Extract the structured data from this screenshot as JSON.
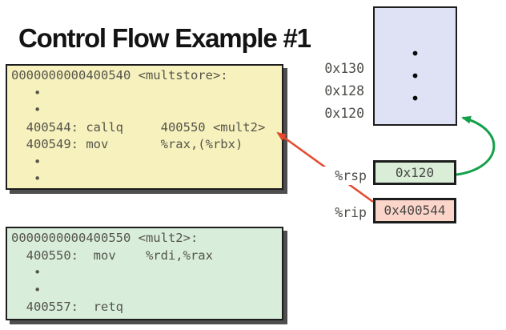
{
  "title": "Control Flow Example #1",
  "code_boxes": {
    "multstore": {
      "lines": [
        "0000000000400540 <multstore>:",
        "   •",
        "   •",
        "  400544: callq     400550 <mult2>",
        "  400549: mov       %rax,(%rbx)",
        "   •",
        "   •"
      ]
    },
    "mult2": {
      "lines": [
        "0000000000400550 <mult2>:",
        "  400550:  mov    %rdi,%rax",
        "   •",
        "   •",
        "  400557:  retq"
      ]
    }
  },
  "stack": {
    "dots": [
      "•",
      "•",
      "•"
    ],
    "address_labels": [
      "0x130",
      "0x128",
      "0x120"
    ]
  },
  "registers": [
    {
      "name": "%rsp",
      "value": "0x120"
    },
    {
      "name": "%rip",
      "value": "0x400544"
    }
  ],
  "colors": {
    "multstore_box_bg": "#f7f1bd",
    "mult2_box_bg": "#d8eedb",
    "stack_box_bg": "#dfe1f4",
    "rsp_box_bg": "#d9edd7",
    "rip_box_bg": "#fbd4ca",
    "rsp_arrow": "#13a04b",
    "rip_arrow": "#e5492c",
    "box_border": "#1d1d1d",
    "box_shadow": "#4e4e4e",
    "code_text": "#55544b"
  }
}
